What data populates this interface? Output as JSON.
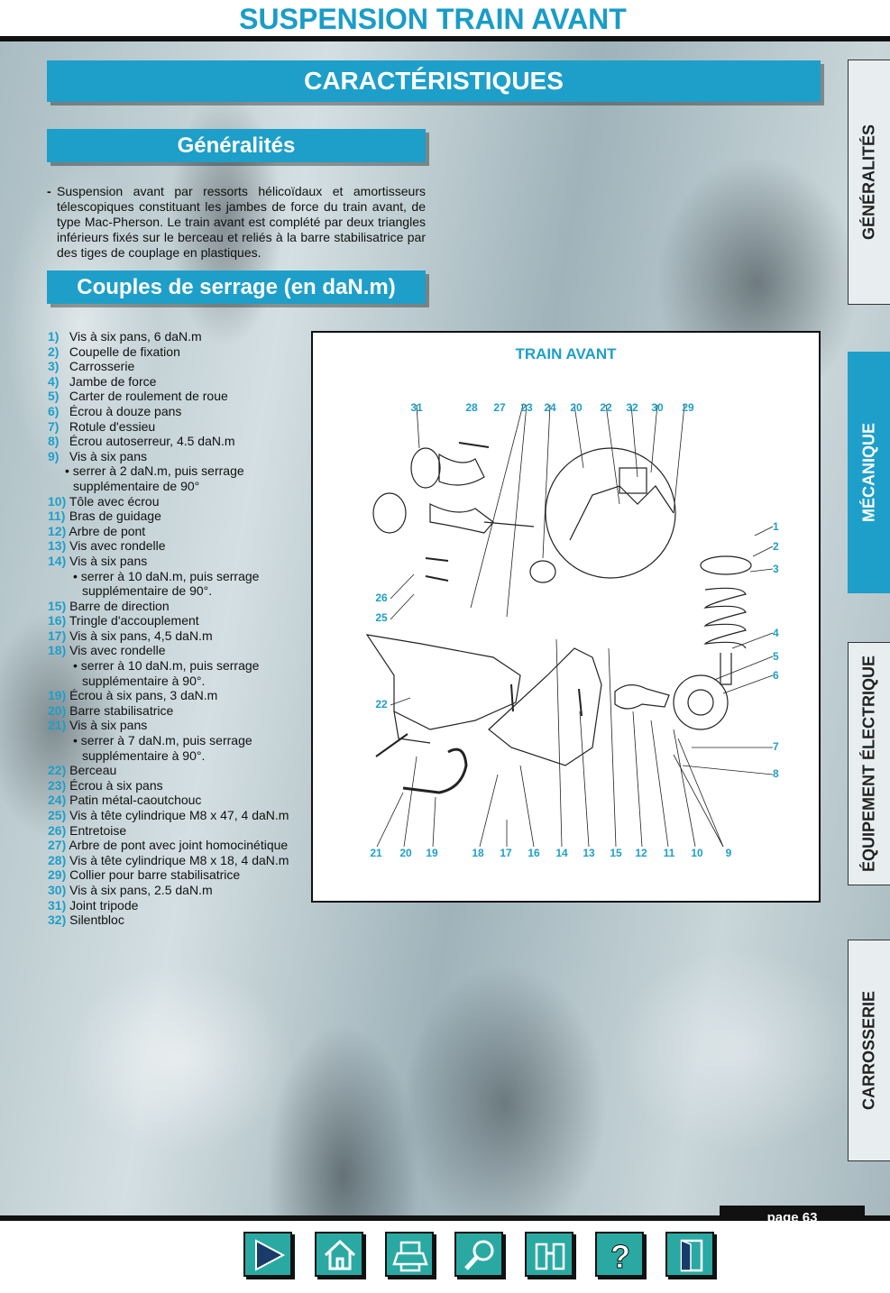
{
  "header": {
    "title": "SUSPENSION TRAIN AVANT"
  },
  "section": {
    "title": "CARACTÉRISTIQUES",
    "generalites": {
      "heading": "Généralités",
      "bullet": "-",
      "text": "Suspension avant par ressorts hélicoïdaux et amortisseurs télescopiques constituant les jambes de force du train avant, de type Mac-Pherson. Le train avant est complété par deux triangles inférieurs fixés sur le berceau et reliés à la barre stabilisatrice par des tiges de couplage en plastiques."
    },
    "couples": {
      "heading": "Couples de serrage (en daN.m)"
    }
  },
  "legend": [
    {
      "num": "1)",
      "label": "Vis à six pans, 6 daN.m"
    },
    {
      "num": "2)",
      "label": "Coupelle de fixation"
    },
    {
      "num": "3)",
      "label": "Carrosserie"
    },
    {
      "num": "4)",
      "label": "Jambe de force"
    },
    {
      "num": "5)",
      "label": "Carter de roulement de roue"
    },
    {
      "num": "6)",
      "label": "Écrou à douze pans"
    },
    {
      "num": "7)",
      "label": "Rotule d'essieu"
    },
    {
      "num": "8)",
      "label": "Écrou autoserreur, 4.5 daN.m"
    },
    {
      "num": "9)",
      "label": "Vis à six pans",
      "sub": [
        "• serrer à 2 daN.m, puis serrage",
        "supplémentaire de 90°"
      ]
    },
    {
      "num": "10)",
      "label": "Tôle avec écrou"
    },
    {
      "num": "11)",
      "label": "Bras de guidage"
    },
    {
      "num": "12)",
      "label": "Arbre de pont"
    },
    {
      "num": "13)",
      "label": "Vis avec rondelle"
    },
    {
      "num": "14)",
      "label": "Vis à six pans",
      "sub": [
        "• serrer à 10 daN.m, puis serrage",
        "supplémentaire de 90°."
      ]
    },
    {
      "num": "15)",
      "label": "Barre de direction"
    },
    {
      "num": "16)",
      "label": "Tringle d'accouplement"
    },
    {
      "num": "17)",
      "label": "Vis à six pans, 4,5 daN.m"
    },
    {
      "num": "18)",
      "label": "Vis avec rondelle",
      "sub": [
        "• serrer à 10 daN.m, puis serrage",
        "supplémentaire à 90°."
      ]
    },
    {
      "num": "19)",
      "label": "Écrou à six pans, 3 daN.m"
    },
    {
      "num": "20)",
      "label": "Barre stabilisatrice"
    },
    {
      "num": "21)",
      "label": "Vis à six pans",
      "sub": [
        "• serrer à 7 daN.m, puis serrage",
        "supplémentaire à 90°."
      ]
    },
    {
      "num": "22)",
      "label": "Berceau"
    },
    {
      "num": "23)",
      "label": "Écrou à six pans"
    },
    {
      "num": "24)",
      "label": "Patin métal-caoutchouc"
    },
    {
      "num": "25)",
      "label": "Vis à tête cylindrique M8 x 47, 4 daN.m"
    },
    {
      "num": "26)",
      "label": "Entretoise"
    },
    {
      "num": "27)",
      "label": "Arbre de pont avec joint homocinétique"
    },
    {
      "num": "28)",
      "label": "Vis à tête cylindrique M8 x 18, 4 daN.m"
    },
    {
      "num": "29)",
      "label": "Collier pour barre stabilisatrice"
    },
    {
      "num": "30)",
      "label": "Vis à six pans, 2.5 daN.m"
    },
    {
      "num": "31)",
      "label": "Joint tripode"
    },
    {
      "num": "32)",
      "label": "Silentbloc"
    }
  ],
  "diagram": {
    "title": "TRAIN AVANT",
    "top_callouts": [
      "31",
      "28",
      "27",
      "23",
      "24",
      "20",
      "22",
      "32",
      "30",
      "29"
    ],
    "bottom_callouts": [
      "21",
      "20",
      "19",
      "18",
      "17",
      "16",
      "14",
      "13",
      "15",
      "12",
      "11",
      "10",
      "9"
    ],
    "right_callouts": [
      "1",
      "2",
      "3",
      "4",
      "5",
      "6",
      "7",
      "8"
    ],
    "left_callouts": [
      "26",
      "25",
      "22"
    ]
  },
  "side_tabs": [
    {
      "label": "GÉNÉRALITÉS",
      "active": false
    },
    {
      "label": "MÉCANIQUE",
      "active": true
    },
    {
      "label": "ÉQUIPEMENT ÉLECTRIQUE",
      "active": false
    },
    {
      "label": "CARROSSERIE",
      "active": false
    }
  ],
  "footer": {
    "page": "page 63",
    "nav_icons": [
      "next-arrow-icon",
      "home-icon",
      "print-icon",
      "search-magnifier-icon",
      "binoculars-icon",
      "help-question-icon",
      "exit-door-icon"
    ]
  },
  "colors": {
    "accent": "#1e9fc9",
    "nav_button": "#2aa9a3",
    "rule": "#111111"
  }
}
